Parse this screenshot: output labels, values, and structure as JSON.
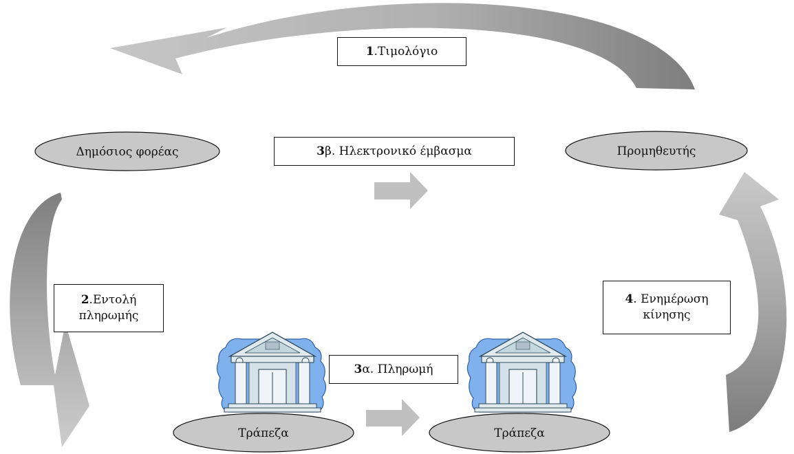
{
  "nodes": {
    "public_body": "Δημόσιος φορέας",
    "supplier": "Προμηθευτής",
    "bank_left": "Τράπεζα",
    "bank_right": "Τράπεζα"
  },
  "steps": {
    "invoice": {
      "num": "1",
      "text": ".Τιμολόγιο"
    },
    "payment_order": {
      "num": "2",
      "line1": ".Εντολή",
      "line2": "πληρωμής"
    },
    "payment": {
      "num": "3",
      "text": "α. Πληρωμή"
    },
    "transfer": {
      "num": "3",
      "text": "β. Ηλεκτρονικό έμβασμα"
    },
    "update": {
      "num": "4",
      "line1": ". Ενημέρωση",
      "line2": "κίνησης"
    }
  },
  "colors": {
    "arrow_light": "#c0c0c0",
    "arrow_dark": "#8a8a8a",
    "ellipse_fill": "#c8c8c8",
    "bank_sky": "#7fb2ec",
    "bank_building": "#dfe9ee"
  },
  "icons": [
    "bank-icon",
    "bank-icon"
  ]
}
